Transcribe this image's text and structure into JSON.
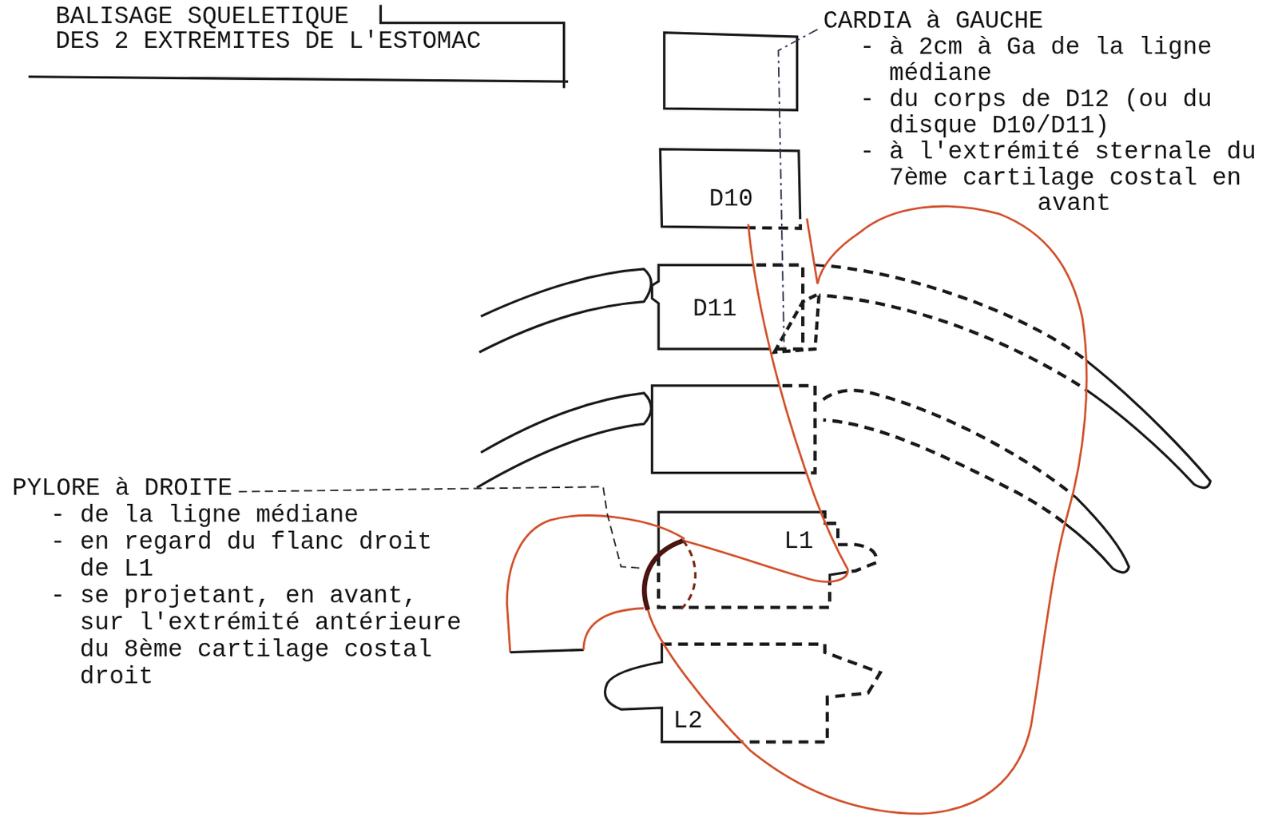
{
  "diagram": {
    "title": "BALISAGE SQUELETIQUE DES 2 EXTREMITES DE L'ESTOMAC",
    "labels": [
      "CARDIA à GAUCHE",
      "- à 2cm à Ga de la ligne médiane",
      "- du corps de D12 (ou du disque D10/D11)",
      "- à l'extrémité sternale du 7ème cartilage costal en avant",
      "D10",
      "D11",
      "PYLORE à DROITE",
      "- de la ligne médiane",
      "- en regard du flanc droit de L1",
      "- se projetant, en avant, sur l'extrémité antérieure du 8ème cartilage costal droit",
      "L1",
      "L2"
    ]
  }
}
